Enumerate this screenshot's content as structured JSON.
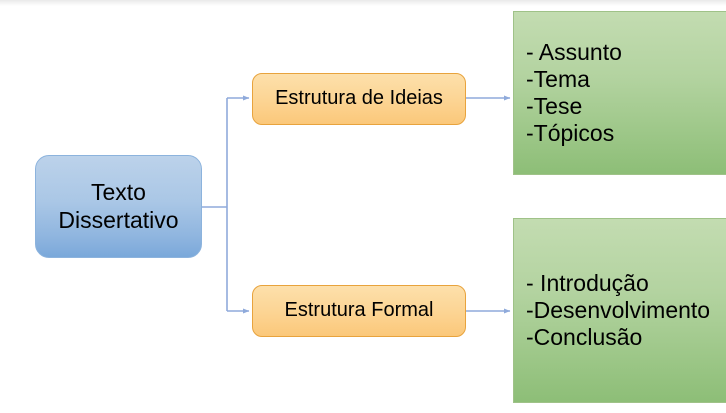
{
  "diagram": {
    "title_text": "Texto Dissertativo",
    "root": {
      "label_line1": "Texto",
      "label_line2": "Dissertativo",
      "color": "#aac7e6"
    },
    "branches": [
      {
        "label": "Estrutura de Ideias",
        "color": "#fcd595",
        "items": [
          "- Assunto",
          "-Tema",
          "-Tese",
          "-Tópicos"
        ],
        "items_color": "#b3d3a0"
      },
      {
        "label": "Estrutura Formal",
        "color": "#fcd595",
        "items": [
          "- Introdução",
          "-Desenvolvimento",
          "-Conclusão"
        ],
        "items_color": "#b3d3a0"
      }
    ],
    "connector_color": "#8faadb"
  }
}
